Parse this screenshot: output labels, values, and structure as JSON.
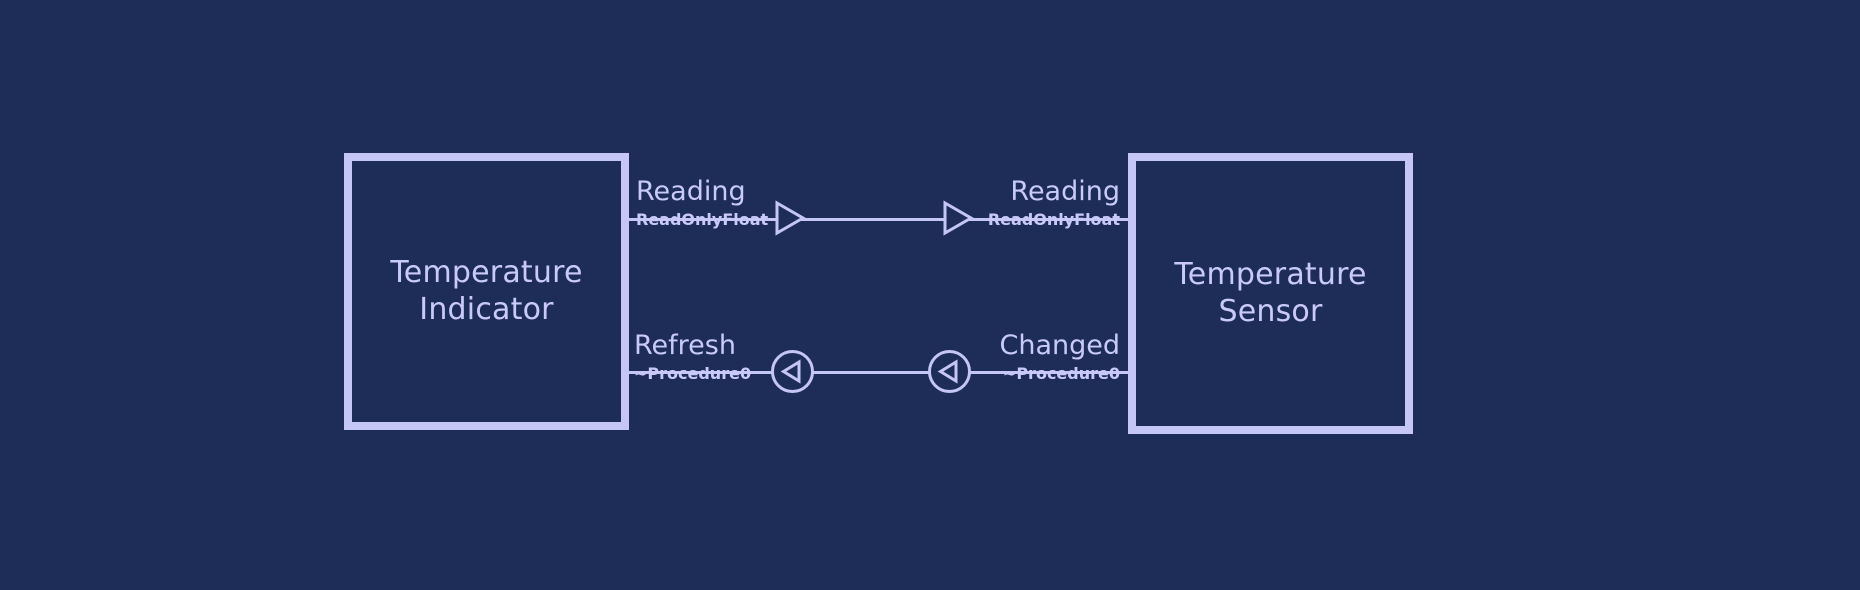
{
  "diagram": {
    "type": "component-interface-diagram",
    "background_color": "#1e2d57",
    "accent_color": "#c5c6f5",
    "text_color": "#c9caf7",
    "components": [
      {
        "id": "temperature-indicator",
        "label": "Temperature\nIndicator",
        "position": "left"
      },
      {
        "id": "temperature-sensor",
        "label": "Temperature\nSensor",
        "position": "right"
      }
    ],
    "connections": [
      {
        "id": "reading",
        "source_port_name": "Reading",
        "source_port_type": "ReadOnlyFloat",
        "target_port_name": "Reading",
        "target_port_type": "ReadOnlyFloat",
        "marker": "triangle-right",
        "direction": "right"
      },
      {
        "id": "refresh-changed",
        "source_port_name": "Refresh",
        "source_port_type": "~Procedure0",
        "target_port_name": "Changed",
        "target_port_type": "~Procedure0",
        "marker": "circle-triangle-left",
        "direction": "left"
      }
    ]
  }
}
